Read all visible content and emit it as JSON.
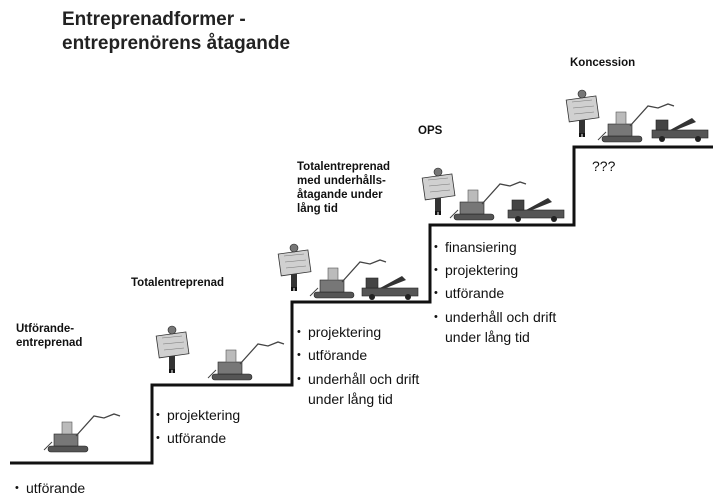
{
  "title": {
    "line1": "Entreprenadformer -",
    "line2": "entreprenörens åtagande"
  },
  "stages": [
    {
      "label_lines": [
        "Utförande-",
        "entreprenad"
      ],
      "bullets": [
        "utförande"
      ]
    },
    {
      "label_lines": [
        "Totalentreprenad"
      ],
      "bullets": [
        "projektering",
        "utförande"
      ]
    },
    {
      "label_lines": [
        "Totalentreprenad",
        "med underhålls-",
        "åtagande under",
        "lång tid"
      ],
      "bullets": [
        "projektering",
        "utförande",
        "underhåll och drift under lång tid"
      ]
    },
    {
      "label_lines": [
        "OPS"
      ],
      "bullets": [
        "finansiering",
        "projektering",
        "utförande",
        "underhåll och drift under lång tid"
      ]
    },
    {
      "label_lines": [
        "Koncession"
      ],
      "bullets": []
    }
  ],
  "koncession_note": "???",
  "icons": [
    "person-with-plan-icon",
    "excavator-icon",
    "truck-icon"
  ]
}
